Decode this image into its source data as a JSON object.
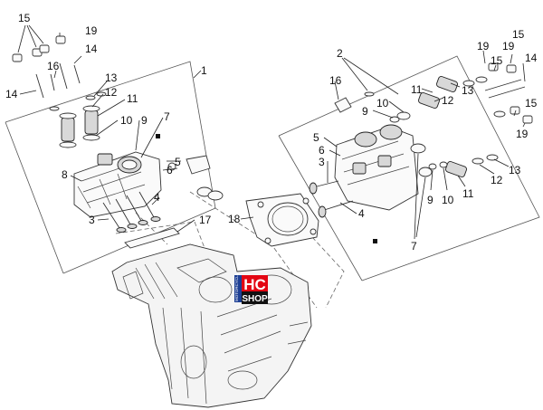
{
  "diagram": {
    "title": "",
    "logo": {
      "brand_h": "HC",
      "brand_shop": "SHOP",
      "side_text": "MOTORCYCLE",
      "colors": {
        "red": "#e30613",
        "blue": "#1d3f94",
        "black": "#111111"
      }
    },
    "left_callouts": [
      "15",
      "19",
      "14",
      "16",
      "14",
      "13",
      "12",
      "11",
      "10",
      "9",
      "7",
      "5",
      "6",
      "8",
      "4",
      "3",
      "17",
      "1"
    ],
    "center_callouts": [
      "18"
    ],
    "right_callouts": [
      "2",
      "16",
      "11",
      "13",
      "10",
      "9",
      "12",
      "5",
      "6",
      "3",
      "4",
      "7",
      "9",
      "10",
      "11",
      "12",
      "13",
      "19",
      "15",
      "19",
      "15",
      "14",
      "15",
      "19"
    ]
  }
}
